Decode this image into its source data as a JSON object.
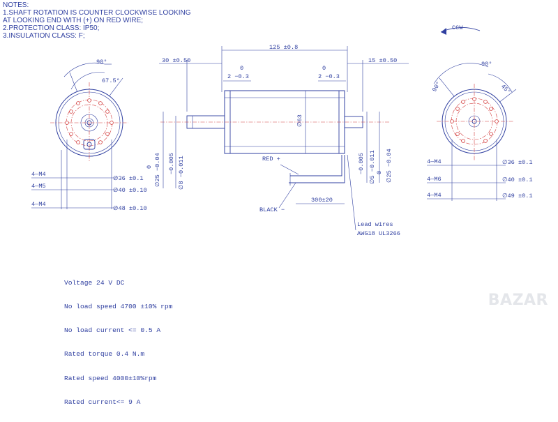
{
  "notes": {
    "heading": "NOTES:",
    "line1": "1.SHAFT ROTATION IS COUNTER CLOCKWISE LOOKING",
    "line2": "AT LOOKING END WITH (+) ON RED WIRE;",
    "line3": "2.PROTECTION CLASS: IP50;",
    "line4": "3.INSULATION CLASS: F;"
  },
  "direction": {
    "label": "CCW"
  },
  "left_view": {
    "angle_outer": "90°",
    "angle_inner": "67.5°",
    "callouts": [
      "4—M4",
      "4—M5",
      "4—M4"
    ],
    "diameters": [
      "∅36 ±0.1",
      "∅40 ±0.10",
      "∅48 ±0.10"
    ]
  },
  "side_view": {
    "overall_length": "125 ±0.8",
    "front_shaft_length": "30 ±0.50",
    "rear_shaft_length": "15 ±0.50",
    "tol_zero_left": "0",
    "tol_low_left": "2 −0.3",
    "tol_zero_right": "0",
    "tol_low_right": "2 −0.3",
    "body_diameter": "∅63",
    "front_shaft_dims": [
      "0",
      "∅25 −0.04",
      "−0.005",
      "∅8 −0.011"
    ],
    "rear_shaft_dims": [
      "−0.005",
      "∅5 −0.011",
      "0",
      "∅25 −0.04"
    ],
    "red_wire": "RED +",
    "black_wire": "BLACK −",
    "wire_length": "300±20",
    "lead_wires_title": "Lead wires",
    "lead_wires_spec": "AWG18 UL3266"
  },
  "right_view": {
    "angle_outer": "90°",
    "angle_left": "90°",
    "angle_right": "45°",
    "callouts": [
      "4—M4",
      "4—M6",
      "4—M4"
    ],
    "diameters": [
      "∅36 ±0.1",
      "∅40 ±0.1",
      "∅49 ±0.1"
    ]
  },
  "specs": {
    "voltage": "Voltage 24 V DC",
    "no_load_speed": "No load speed 4700 ±10% rpm",
    "no_load_current": "No load current <= 0.5 A",
    "rated_torque": "Rated torque 0.4 N.m",
    "rated_speed": "Rated speed 4000±10%rpm",
    "rated_current": "Rated current<= 9 A"
  },
  "watermark": "BAZAR"
}
